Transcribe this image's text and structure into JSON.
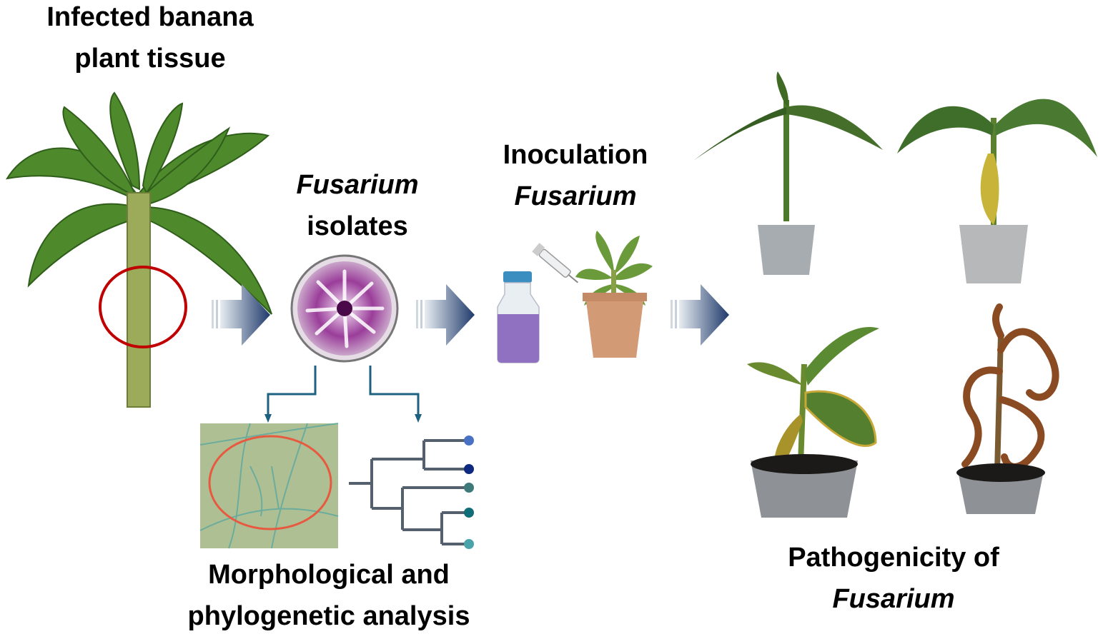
{
  "title": "Workflow for isolation and pathogenicity testing of Fusarium from banana",
  "steps": {
    "infected": {
      "line1": "Infected banana",
      "line2": "plant tissue"
    },
    "isolates": {
      "line1": "Fusarium",
      "line2": "isolates"
    },
    "inoculation": {
      "line1": "Inoculation",
      "line2": "Fusarium"
    },
    "analysis": {
      "line1": "Morphological and",
      "line2": "phylogenetic analysis"
    },
    "pathogenicity": {
      "line1": "Pathogenicity of",
      "line2": "Fusarium"
    }
  },
  "icons": {
    "banana_plant": "banana-plant-icon",
    "infection_circle": "infection-site-circle-icon",
    "petri_dish": "fusarium-culture-dish-icon",
    "microscopy": "microscopy-image-icon",
    "phylo_tree": "phylogenetic-tree-icon",
    "bottle": "inoculum-bottle-icon",
    "syringe": "syringe-icon",
    "pot_plant": "potted-plant-icon",
    "arrow": "flow-arrow-icon"
  },
  "colors": {
    "arrow_dark": "#1f3a6b",
    "connector": "#1e6080",
    "circle_red": "#c00000",
    "phylo_tips": [
      "#4a72c4",
      "#0d2a80",
      "#3f7a7a",
      "#0f6e78",
      "#49a3aa"
    ]
  }
}
